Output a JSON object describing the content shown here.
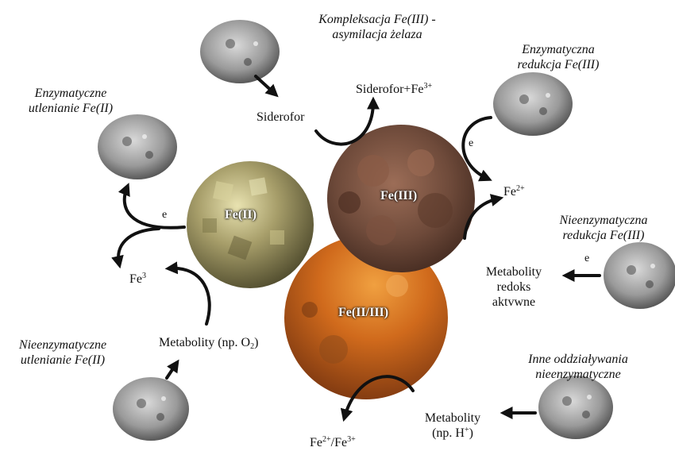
{
  "processes": {
    "complexation_line1": "Kompleksacja Fe(III) -",
    "complexation_line2": "asymilacja żelaza",
    "enzymatic_reduction_line1": "Enzymatyczna",
    "enzymatic_reduction_line2": "redukcja Fe(III)",
    "enzymatic_oxidation_line1": "Enzymatyczne",
    "enzymatic_oxidation_line2": "utlenianie Fe(II)",
    "nonenzymatic_reduction_line1": "Nieenzymatyczna",
    "nonenzymatic_reduction_line2": "redukcja Fe(III)",
    "nonenzymatic_oxidation_line1": "Nieenzymatyczne",
    "nonenzymatic_oxidation_line2": "utlenianie Fe(II)",
    "other_interactions_line1": "Inne oddziaływania",
    "other_interactions_line2": "nieenzymatyczne"
  },
  "species": {
    "siderofor": "Siderofor",
    "siderofor_fe_base": "Siderofor+Fe",
    "siderofor_fe_sup": "3+",
    "fe2_base": "Fe",
    "fe2_sup": "2+",
    "fe3_base": "Fe",
    "fe3_sup": "3",
    "fe2fe3_a": "Fe",
    "fe2fe3_a_sup": "2+",
    "fe2fe3_b": "/Fe",
    "fe2fe3_b_sup": "3+",
    "metab_o2_pre": "Metabolity (np. O",
    "metab_o2_sub": "2",
    "metab_o2_post": ")",
    "metab_redox_1": "Metabolity",
    "metab_redox_2": "redoks",
    "metab_redox_3": "aktvwne",
    "metab_h_1": "Metabolity",
    "metab_h_2_pre": "(np. H",
    "metab_h_2_sup": "+",
    "metab_h_2_post": ")",
    "electron": "e"
  },
  "minerals": {
    "fe2": "Fe(II)",
    "fe3": "Fe(III)",
    "fe23": "Fe(II/III)"
  },
  "colors": {
    "pyrite": "#8c8454",
    "goethite": "#6e4a3a",
    "rust": "#c05a16",
    "cell": "#8a8a8a",
    "arrow": "#111111"
  }
}
